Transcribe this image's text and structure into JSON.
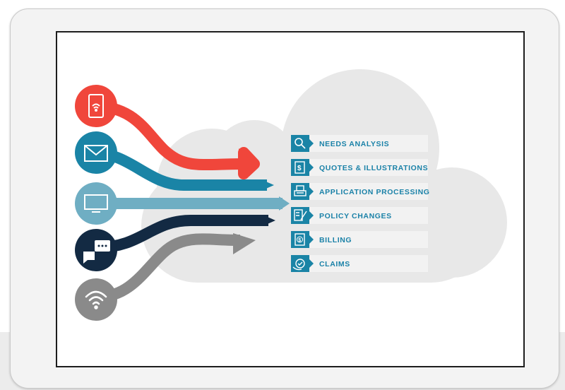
{
  "services": [
    {
      "label": "NEEDS ANALYSIS",
      "icon": "magnifier-icon"
    },
    {
      "label": "QUOTES & ILLUSTRATIONS",
      "icon": "dollar-document-icon"
    },
    {
      "label": "APPLICATION PROCESSING",
      "icon": "printer-icon"
    },
    {
      "label": "POLICY CHANGES",
      "icon": "edit-document-icon"
    },
    {
      "label": "BILLING",
      "icon": "bill-icon"
    },
    {
      "label": "CLAIMS",
      "icon": "hand-check-icon"
    }
  ],
  "channels": [
    {
      "icon": "mobile-phone-icon",
      "color": "#f0463b"
    },
    {
      "icon": "envelope-icon",
      "color": "#1a84a6"
    },
    {
      "icon": "desktop-monitor-icon",
      "color": "#6faec3"
    },
    {
      "icon": "chat-bubble-icon",
      "color": "#132a43"
    },
    {
      "icon": "wifi-icon",
      "color": "#8a8a8a"
    }
  ],
  "colors": {
    "icon_box": "#1a84a6",
    "label_box": "#f2f2f2",
    "cloud": "#e8e8e8"
  }
}
